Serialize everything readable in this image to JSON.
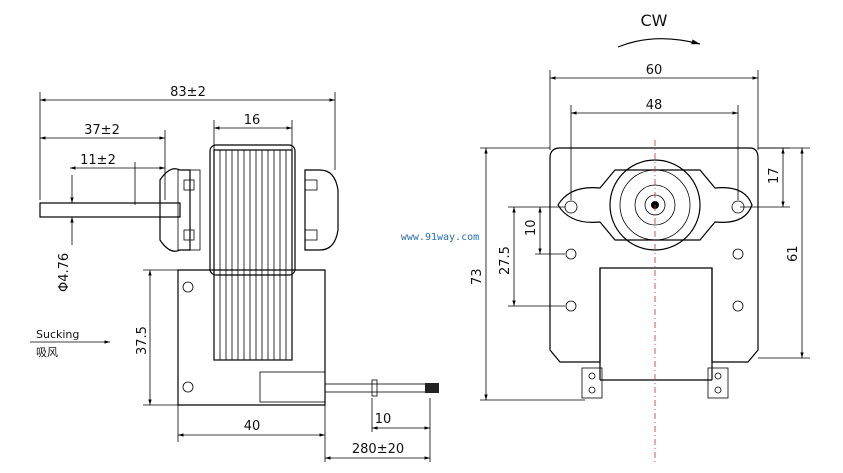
{
  "side_view": {
    "overall_length": "83±2",
    "shaft_to_frame": "37±2",
    "shaft_extension": "11±2",
    "lamination_width": "16",
    "shaft_diameter": "Φ4.76",
    "mount_height": "37.5",
    "base_width": "40",
    "lead_stub": "10",
    "lead_length": "280±20",
    "airflow_label_en": "Sucking",
    "airflow_label_cn": "吸风"
  },
  "front_view": {
    "rotation": "CW",
    "overall_width": "60",
    "hole_spacing": "48",
    "top_offset": "17",
    "mount_height": "61",
    "overall_height": "73",
    "hole_vertical": "27.5",
    "hole_small": "10"
  },
  "watermark": "www.91way.com"
}
